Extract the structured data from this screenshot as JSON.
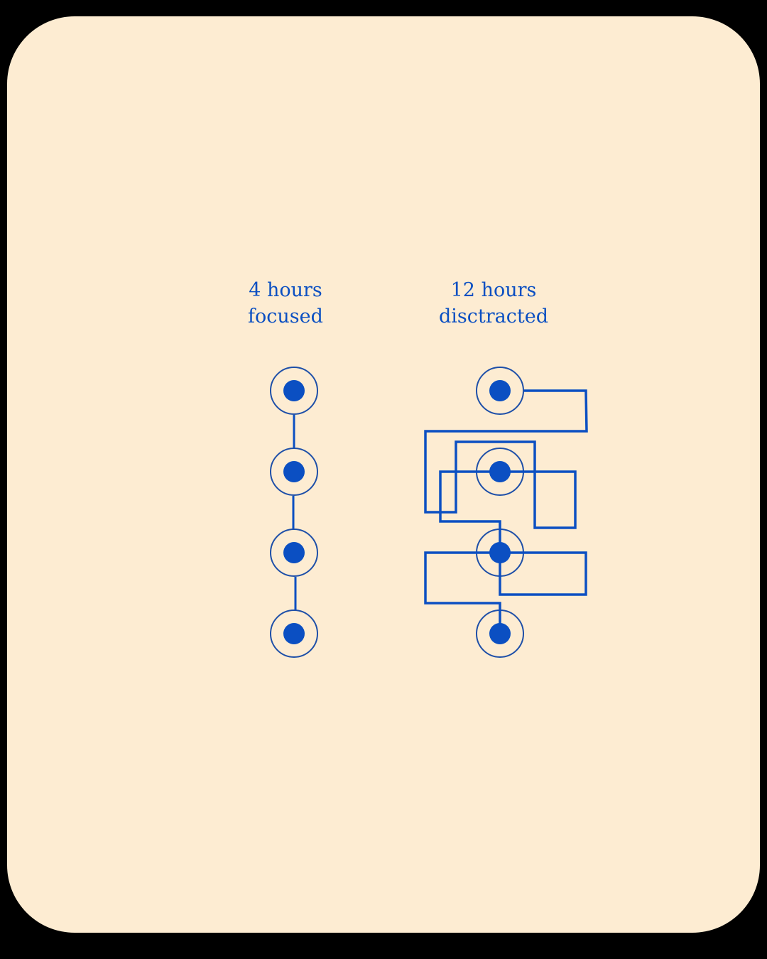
{
  "colors": {
    "background": "#000000",
    "card": "#fdecd2",
    "accent": "#0b4fc2",
    "ring": "#1e4fa8"
  },
  "focused": {
    "label_line1": "4 hours",
    "label_line2": "focused",
    "node_count": 4
  },
  "distracted": {
    "label_line1": "12 hours",
    "label_line2": "disctracted",
    "node_count": 4
  }
}
